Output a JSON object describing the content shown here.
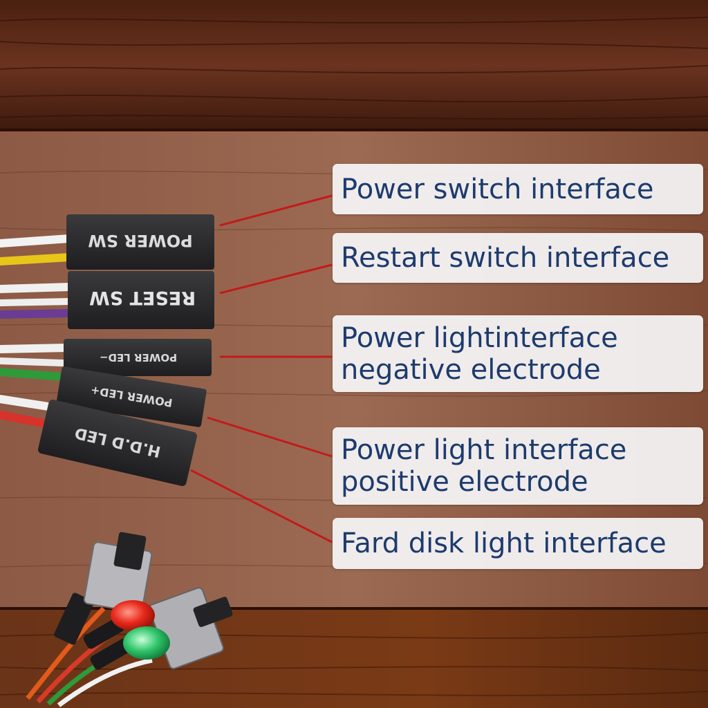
{
  "labels": {
    "power_switch": {
      "lines": [
        "Power switch interface"
      ]
    },
    "restart_switch": {
      "lines": [
        "Restart switch interface"
      ]
    },
    "power_light_negative": {
      "lines": [
        "Power lightinterface",
        "negative electrode"
      ]
    },
    "power_light_positive": {
      "lines": [
        "Power light interface",
        "positive electrode"
      ]
    },
    "hard_disk_light": {
      "lines": [
        "Fard disk light interface"
      ]
    }
  },
  "connectors": {
    "power_sw": "POWER SW",
    "reset_sw": "RESET SW",
    "power_led_minus": "POWER LED−",
    "power_led_plus": "POWER LED+",
    "hdd_led": "H.D.D LED"
  },
  "colors": {
    "label_text": "#1d3b6e",
    "leader_line": "#c41a1a",
    "wood_dark": "#4a200f",
    "wood_mid": "#8a5238",
    "connector": "#2a2a2c"
  }
}
